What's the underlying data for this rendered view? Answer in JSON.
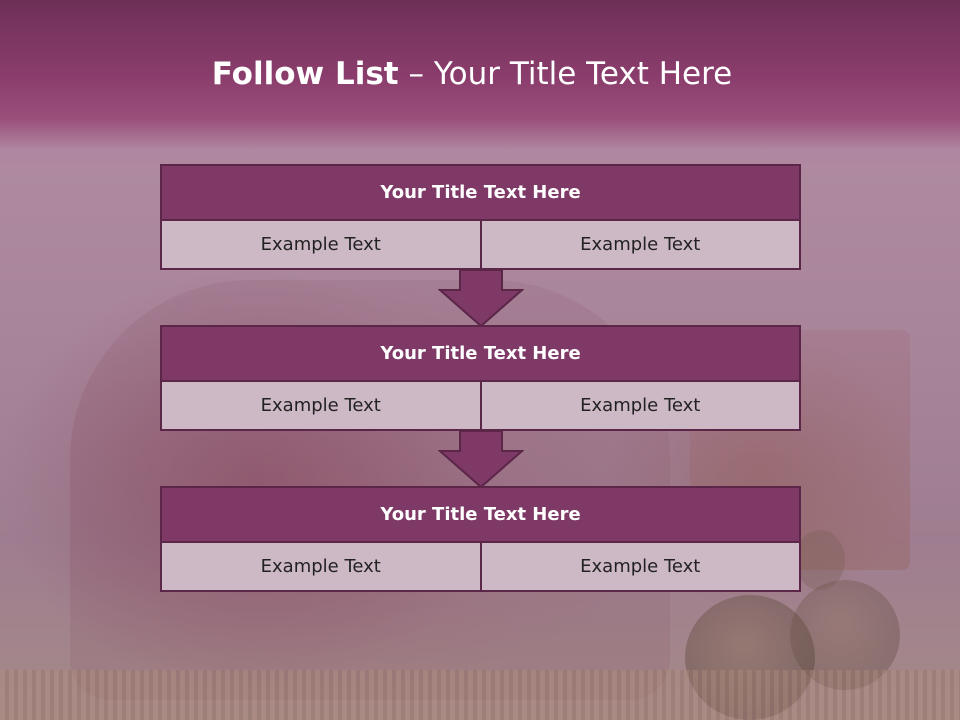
{
  "slide": {
    "title_bold": "Follow List",
    "title_rest": " – Your Title Text Here"
  },
  "blocks": [
    {
      "title": "Your Title Text Here",
      "left": "Example Text",
      "right": "Example Text"
    },
    {
      "title": "Your Title Text Here",
      "left": "Example Text",
      "right": "Example Text"
    },
    {
      "title": "Your Title Text Here",
      "left": "Example Text",
      "right": "Example Text"
    }
  ],
  "arrows": [
    {
      "icon": "arrow-down-icon"
    },
    {
      "icon": "arrow-down-icon"
    }
  ],
  "colors": {
    "header_fill": "#7e3966",
    "border": "#5c2649",
    "cell_fill": "#cdb8c5",
    "top_band": "#8a3d6c"
  }
}
